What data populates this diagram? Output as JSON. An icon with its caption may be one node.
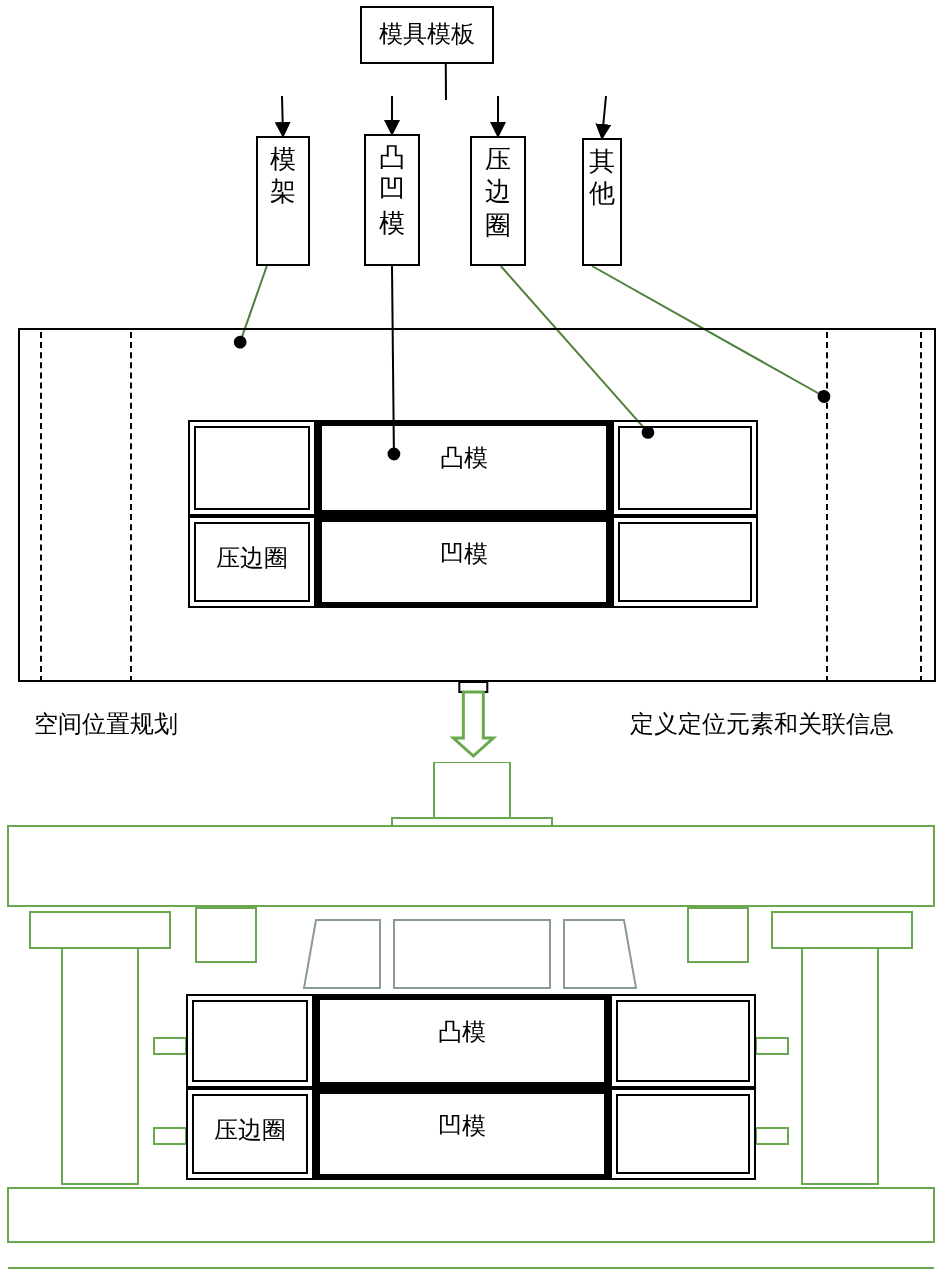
{
  "diagram": {
    "nodes": [
      {
        "text": [
          "模具模板"
        ]
      },
      {
        "text": [
          "模架"
        ]
      },
      {
        "text": [
          "凸凹模"
        ]
      },
      {
        "text": [
          "压边圈"
        ]
      },
      {
        "text": [
          "其他"
        ]
      },
      {
        "text": [],
        "shape": "box"
      },
      {
        "text": [],
        "shape": "box",
        "in": 5
      },
      {
        "text": [],
        "shape": "box",
        "in": 5
      },
      {
        "text": [
          "凸模"
        ],
        "in": 5
      },
      {
        "text": [],
        "shape": "box",
        "in": 5
      },
      {
        "text": [
          "压边圈"
        ],
        "in": 5
      },
      {
        "text": [
          "凹模"
        ],
        "in": 5
      },
      {
        "text": [],
        "shape": "box",
        "in": 5
      },
      {
        "text": [],
        "shape": "box",
        "in": 5
      },
      {
        "text": [],
        "shape": "picture"
      },
      {
        "text": [],
        "shape": "box",
        "in": 14
      },
      {
        "text": [
          "凸模"
        ],
        "in": 14
      },
      {
        "text": [],
        "shape": "box",
        "in": 14
      },
      {
        "text": [
          "压边圈"
        ],
        "in": 14
      },
      {
        "text": [
          "凹模"
        ],
        "in": 14
      },
      {
        "text": [],
        "shape": "box",
        "in": 14
      }
    ],
    "edges": [
      {
        "from": null,
        "to": 1,
        "arrow": "to"
      },
      {
        "from": null,
        "to": 2,
        "arrow": "to"
      },
      {
        "from": null,
        "to": 3,
        "arrow": "to"
      },
      {
        "from": null,
        "to": 4,
        "arrow": "to"
      },
      {
        "from": 1,
        "to": 5,
        "arrow": "other",
        "color": "#4f7f3a"
      },
      {
        "from": 2,
        "to": 8,
        "arrow": "other"
      },
      {
        "from": 3,
        "to": 9,
        "arrow": "other",
        "color": "#4f7f3a"
      },
      {
        "from": 4,
        "to": 13,
        "arrow": "other",
        "color": "#4f7f3a"
      },
      {
        "from": 5,
        "to": 14,
        "arrow": "to",
        "style": "thick",
        "color": "#6aa84f"
      },
      {
        "from": 0,
        "to": null,
        "arrow": "none"
      }
    ],
    "labels": [
      "空间位置规划",
      "定义定位元素和关联信息"
    ]
  }
}
